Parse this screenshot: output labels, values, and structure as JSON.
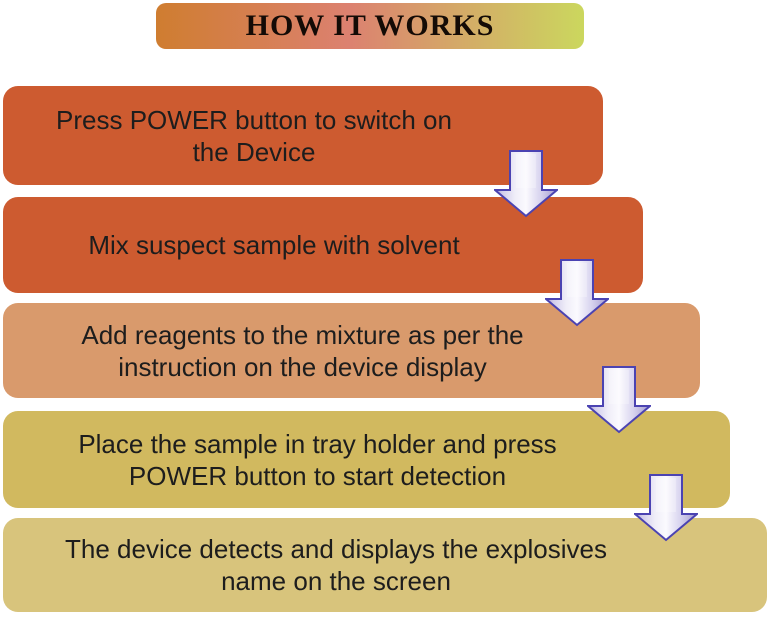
{
  "title_bar": {
    "label": "HOW IT WORKS",
    "gradient_left": "#cf7d30",
    "gradient_mid": "#dc8170",
    "gradient_right": "#cbd75e",
    "text_color": "#140b06"
  },
  "steps": [
    {
      "label": "Press POWER button to switch on\nthe Device",
      "bg": "#cd5b30"
    },
    {
      "label": "Mix suspect sample with solvent",
      "bg": "#cd5b30"
    },
    {
      "label": "Add reagents to the mixture as per the\ninstruction on the device display",
      "bg": "#d99a6c"
    },
    {
      "label": "Place the sample in tray holder and press\nPOWER button to start detection",
      "bg": "#d1b95f"
    },
    {
      "label": "The device detects and displays the explosives\nname on the screen",
      "bg": "#d8c47c"
    }
  ],
  "arrow_icon": {
    "shade": "#a39bce",
    "highlight": "#fbfafe",
    "outline": "#4b43b2"
  },
  "canvas": {
    "background": "#ffffff",
    "step_text_color": "#1d1d1d"
  }
}
